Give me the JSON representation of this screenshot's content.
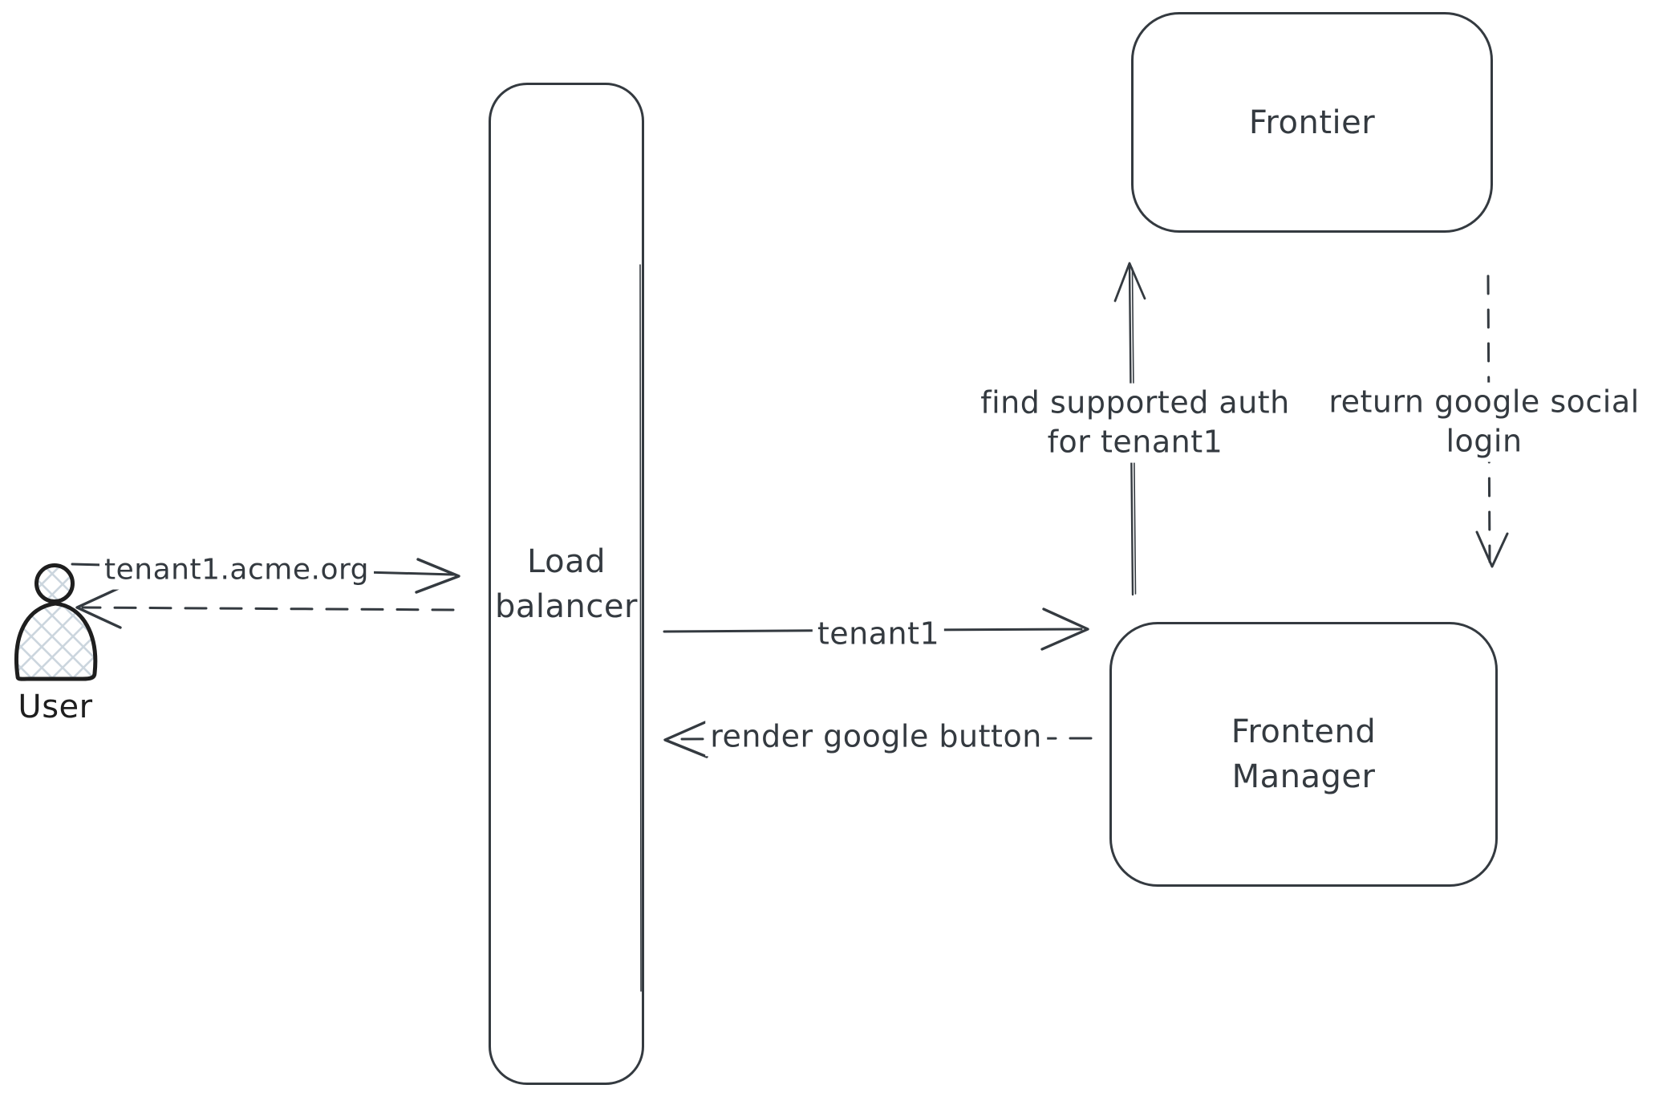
{
  "colors": {
    "stroke": "#343a40",
    "actor_stroke": "#1e1e1e",
    "hatch": "#ccd6de",
    "background": "#ffffff",
    "text": "#343a40"
  },
  "actor": {
    "label": "User"
  },
  "nodes": {
    "load_balancer": {
      "line1": "Load",
      "line2": "balancer"
    },
    "frontier": {
      "label": "Frontier"
    },
    "frontend_manager": {
      "line1": "Frontend",
      "line2": "Manager"
    }
  },
  "arrows": {
    "request": {
      "label": "tenant1.acme.org",
      "style": "solid",
      "from": "User",
      "to": "Load balancer"
    },
    "response": {
      "style": "dashed",
      "from": "Load balancer",
      "to": "User"
    },
    "tenant1": {
      "label": "tenant1",
      "style": "solid",
      "from": "Load balancer",
      "to": "Frontend Manager"
    },
    "render_button": {
      "label": "render google button",
      "style": "dashed",
      "from": "Frontend Manager",
      "to": "Load balancer"
    },
    "find_auth": {
      "line1": "find supported auth",
      "line2": "for tenant1",
      "style": "solid",
      "from": "Frontend Manager",
      "to": "Frontier"
    },
    "return_login": {
      "line1": "return google social",
      "line2": "login",
      "style": "dashed",
      "from": "Frontier",
      "to": "Frontend Manager"
    }
  }
}
